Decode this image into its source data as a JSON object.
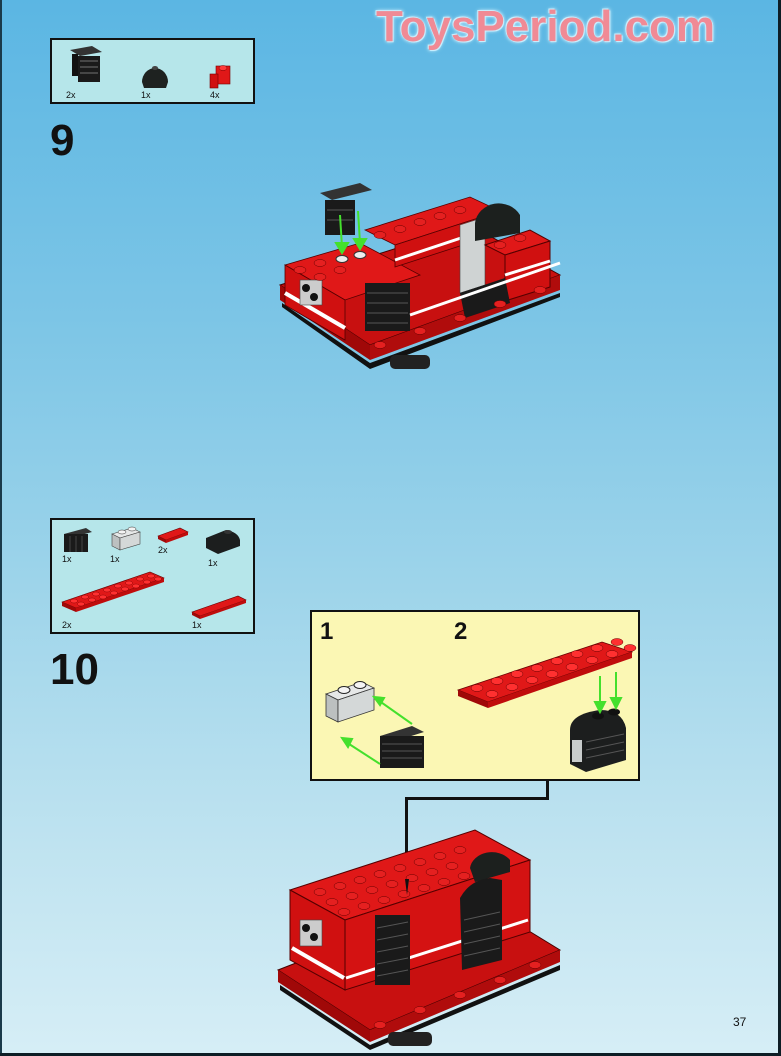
{
  "watermark": "ToysPeriod.com",
  "page_number": "37",
  "colors": {
    "background_top": "#5bb6e3",
    "background_bottom": "#d6eef6",
    "parts_box": "#b6e6ea",
    "sub_step_box": "#fbf7b4",
    "brick_red": "#e01818",
    "brick_black": "#1a1a1a",
    "brick_gray": "#d4d8d8",
    "arrow_green": "#44e02c",
    "watermark": "#f08a95"
  },
  "steps": [
    {
      "number": "9",
      "parts": [
        {
          "name": "black grille plate with bracket",
          "qty": "2x"
        },
        {
          "name": "black dome",
          "qty": "1x"
        },
        {
          "name": "red 1x1 brick with clip",
          "qty": "4x"
        }
      ]
    },
    {
      "number": "10",
      "parts": [
        {
          "name": "black 1x2 grille brick",
          "qty": "1x"
        },
        {
          "name": "light gray 1x2 brick",
          "qty": "1x"
        },
        {
          "name": "red 1x2 tile",
          "qty": "2x"
        },
        {
          "name": "black 1x2 curved slope",
          "qty": "1x"
        },
        {
          "name": "red 2x8 plate",
          "qty": "2x"
        },
        {
          "name": "red 1x6 tile",
          "qty": "1x"
        }
      ],
      "sub_steps": [
        {
          "number": "1"
        },
        {
          "number": "2"
        }
      ]
    }
  ]
}
